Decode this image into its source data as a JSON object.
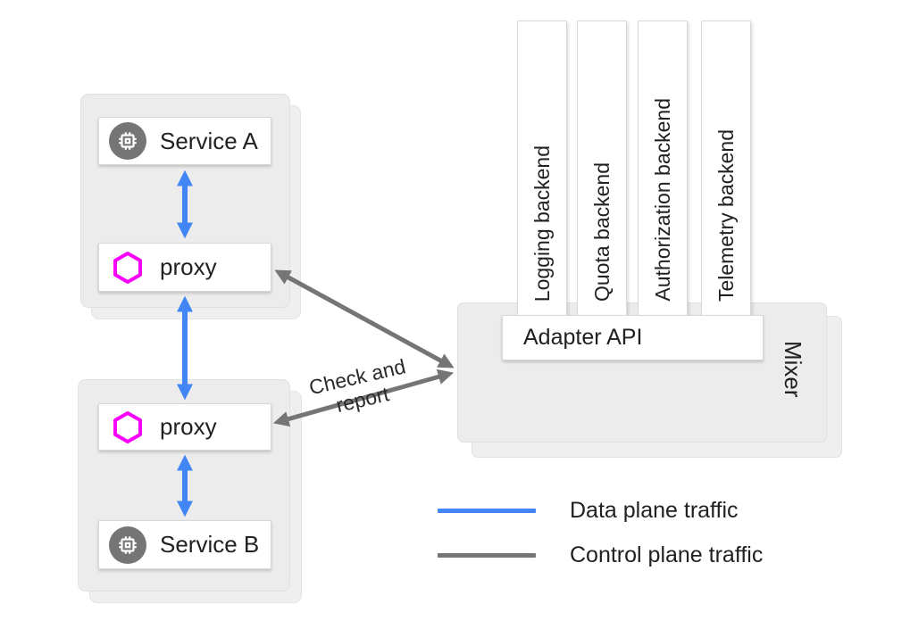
{
  "colors": {
    "data_plane_blue": "#4285f4",
    "control_plane_gray": "#757575",
    "proxy_magenta": "#fa00fa",
    "service_icon_gray": "#757575",
    "pod_fill": "#ececec",
    "text": "#212121"
  },
  "pod_a": {
    "service": "Service A",
    "proxy": "proxy"
  },
  "pod_b": {
    "service": "Service B",
    "proxy": "proxy"
  },
  "mixer": {
    "label": "Mixer",
    "adapter_api": "Adapter API",
    "backends": [
      "Logging backend",
      "Quota backend",
      "Authorization backend",
      "Telemetry backend"
    ]
  },
  "annotations": {
    "check_report_line1": "Check and",
    "check_report_line2": "report"
  },
  "legend": {
    "items": [
      {
        "label": "Data plane traffic",
        "color": "#4285f4"
      },
      {
        "label": "Control plane traffic",
        "color": "#757575"
      }
    ]
  }
}
